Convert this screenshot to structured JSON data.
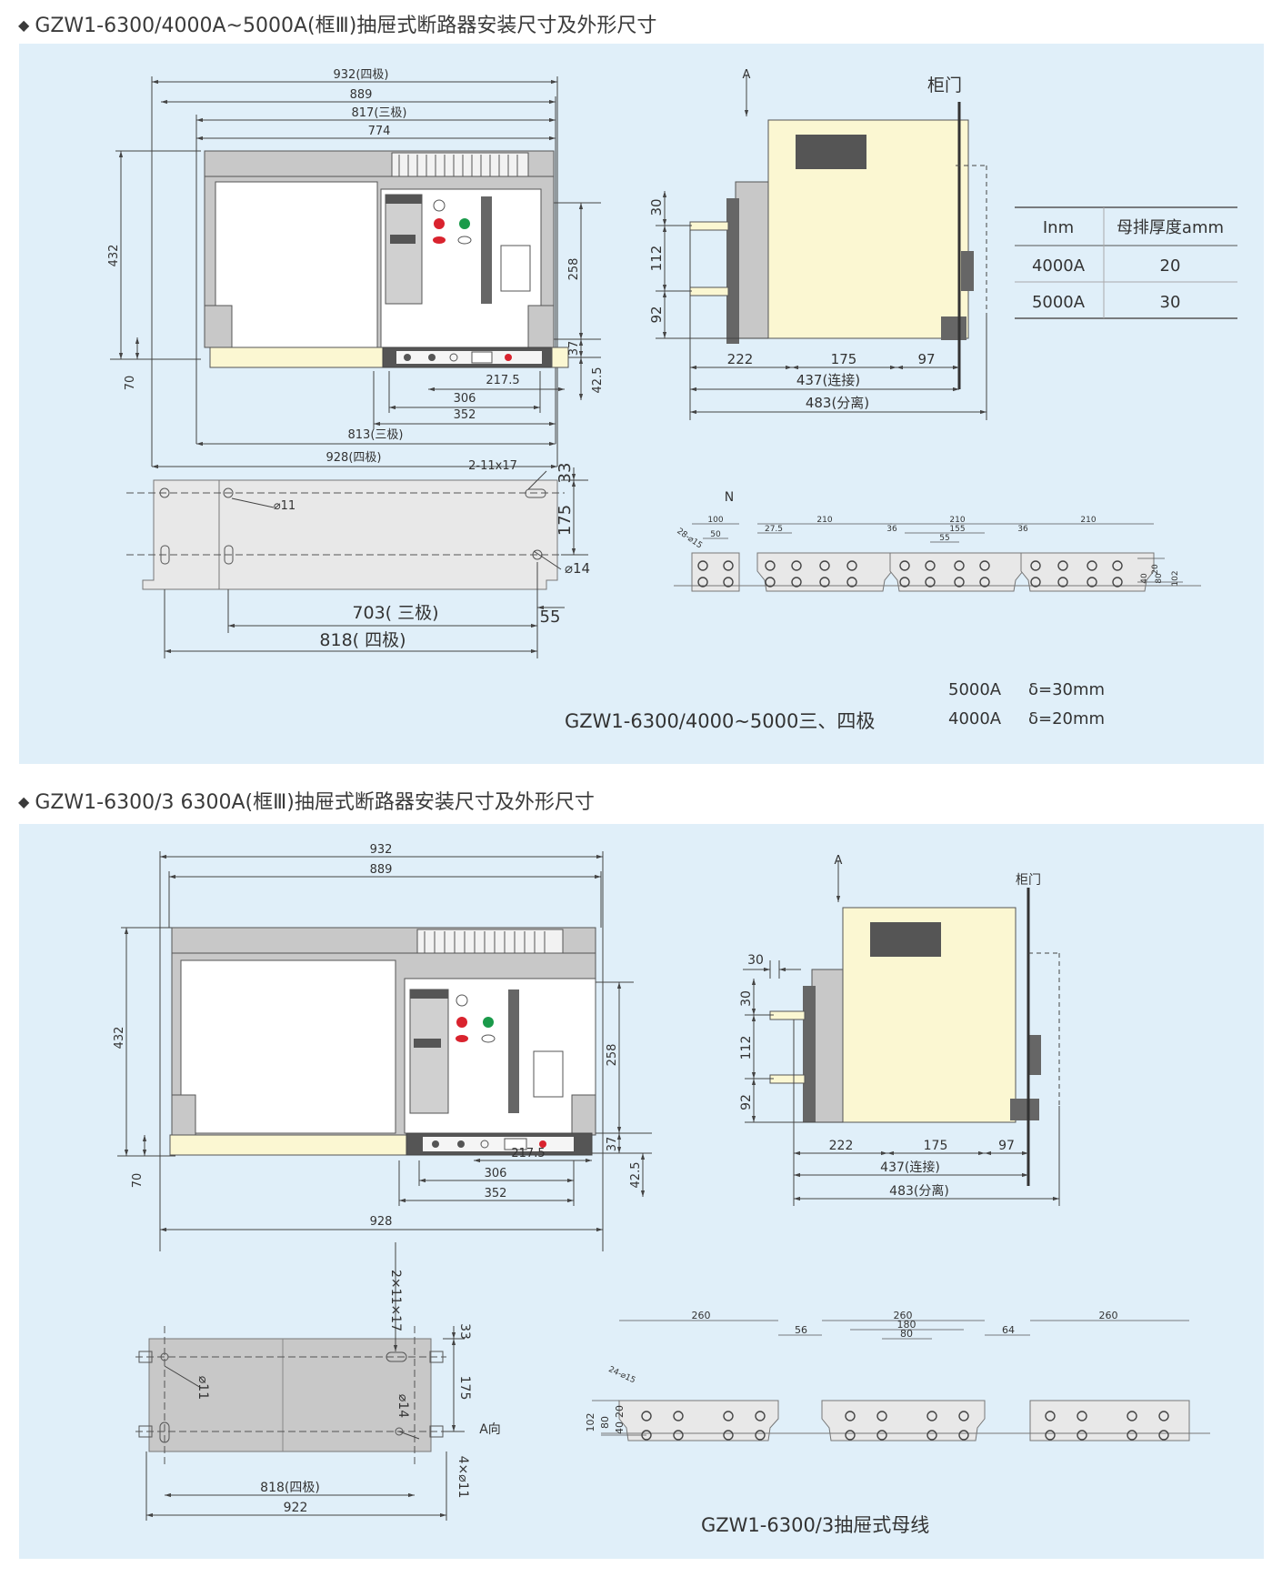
{
  "section1": {
    "heading": "GZW1-6300/4000A~5000A(框Ⅲ)抽屉式断路器安装尺寸及外形尺寸",
    "front": {
      "dims": {
        "w932": "932(四极)",
        "w889": "889",
        "w817": "817(三极)",
        "w774": "774",
        "h432": "432",
        "h70": "70",
        "h258": "258",
        "h37": "37",
        "h42_5": "42.5",
        "w217_5": "217.5",
        "w306": "306",
        "w352": "352",
        "w813": "813(三极)",
        "w928": "928(四极)"
      }
    },
    "side": {
      "arrow_label": "A",
      "door_label": "柜门",
      "dims": {
        "v30": "30",
        "v112": "112",
        "v92": "92",
        "h222": "222",
        "h175": "175",
        "h97": "97",
        "h437": "437(连接)",
        "h483": "483(分离)"
      }
    },
    "table": {
      "headers": [
        "Inm",
        "母排厚度amm"
      ],
      "rows": [
        [
          "4000A",
          "20"
        ],
        [
          "5000A",
          "30"
        ]
      ]
    },
    "base": {
      "dims": {
        "slot": "2-11x17",
        "d11": "⌀11",
        "d14": "⌀14",
        "v33": "33",
        "v175": "175",
        "w703": "703( 三极)",
        "w55": "55",
        "w818": "818( 四极)"
      }
    },
    "busbar": {
      "n_label": "N",
      "dims": {
        "w100": "100",
        "w50": "50",
        "w28": "28-⌀15",
        "w210a": "210",
        "w27_5": "27.5",
        "w36a": "36",
        "w210b": "210",
        "w155": "155",
        "w55": "55",
        "w36b": "36",
        "w210c": "210",
        "v20": "20",
        "v40": "40",
        "v80": "80",
        "v102": "102"
      }
    },
    "notes": {
      "n5000": "5000A",
      "d30": "δ=30mm",
      "n4000": "4000A",
      "d20": "δ=20mm"
    },
    "caption": "GZW1-6300/4000~5000三、四极"
  },
  "section2": {
    "heading": "GZW1-6300/3 6300A(框Ⅲ)抽屉式断路器安装尺寸及外形尺寸",
    "front": {
      "dims": {
        "w932": "932",
        "w889": "889",
        "h432": "432",
        "h70": "70",
        "h258": "258",
        "h37": "37",
        "h42_5": "42.5",
        "w217_5": "217.5",
        "w306": "306",
        "w352": "352",
        "w928": "928"
      }
    },
    "side": {
      "arrow_label": "A",
      "door_label": "柜门",
      "dims": {
        "t30": "30",
        "v30": "30",
        "v112": "112",
        "v92": "92",
        "h222": "222",
        "h175": "175",
        "h97": "97",
        "h437": "437(连接)",
        "h483": "483(分离)"
      }
    },
    "base": {
      "dims": {
        "slot": "2×11×17",
        "v33": "33",
        "d11": "⌀11",
        "d14": "⌀14",
        "v175": "175",
        "view": "A向",
        "holes": "4×⌀11",
        "w818": "818(四极)",
        "w922": "922"
      }
    },
    "busbar": {
      "dims": {
        "w260a": "260",
        "w56": "56",
        "w260b": "260",
        "w180": "180",
        "w80h": "80",
        "w64": "64",
        "w260c": "260",
        "holes": "24-⌀15",
        "v20": "20",
        "v40": "40",
        "v80": "80",
        "v102": "102"
      }
    },
    "caption": "GZW1-6300/3抽屉式母线"
  },
  "colors": {
    "panel_bg": "#e0eff9",
    "body_gray": "#c8c8c8",
    "cream": "#fbf7d2",
    "dark": "#555555",
    "red": "#d9232e",
    "green": "#1a9a4a"
  }
}
